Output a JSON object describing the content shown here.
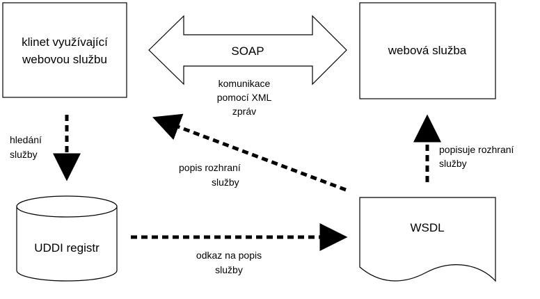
{
  "nodes": {
    "client": {
      "lines": [
        "klinet využívající",
        "webovou službu"
      ]
    },
    "web_service": {
      "lines": [
        "webová služba"
      ]
    },
    "uddi": {
      "lines": [
        "UDDI registr"
      ]
    },
    "wsdl": {
      "lines": [
        "WSDL"
      ]
    }
  },
  "connectors": {
    "soap": {
      "label": "SOAP",
      "caption": [
        "komunikace",
        "pomocí XML",
        "zpráv"
      ]
    },
    "find_service": {
      "lines": [
        "hledání",
        "služby"
      ]
    },
    "describes_interface": {
      "lines": [
        "popisuje rozhraní",
        "služby"
      ]
    },
    "interface_description": {
      "lines": [
        "popis rozhraní",
        "služby"
      ]
    },
    "description_link": {
      "lines": [
        "odkaz na popis",
        "služby"
      ]
    }
  },
  "colors": {
    "stroke": "#000000",
    "fill": "#ffffff"
  }
}
